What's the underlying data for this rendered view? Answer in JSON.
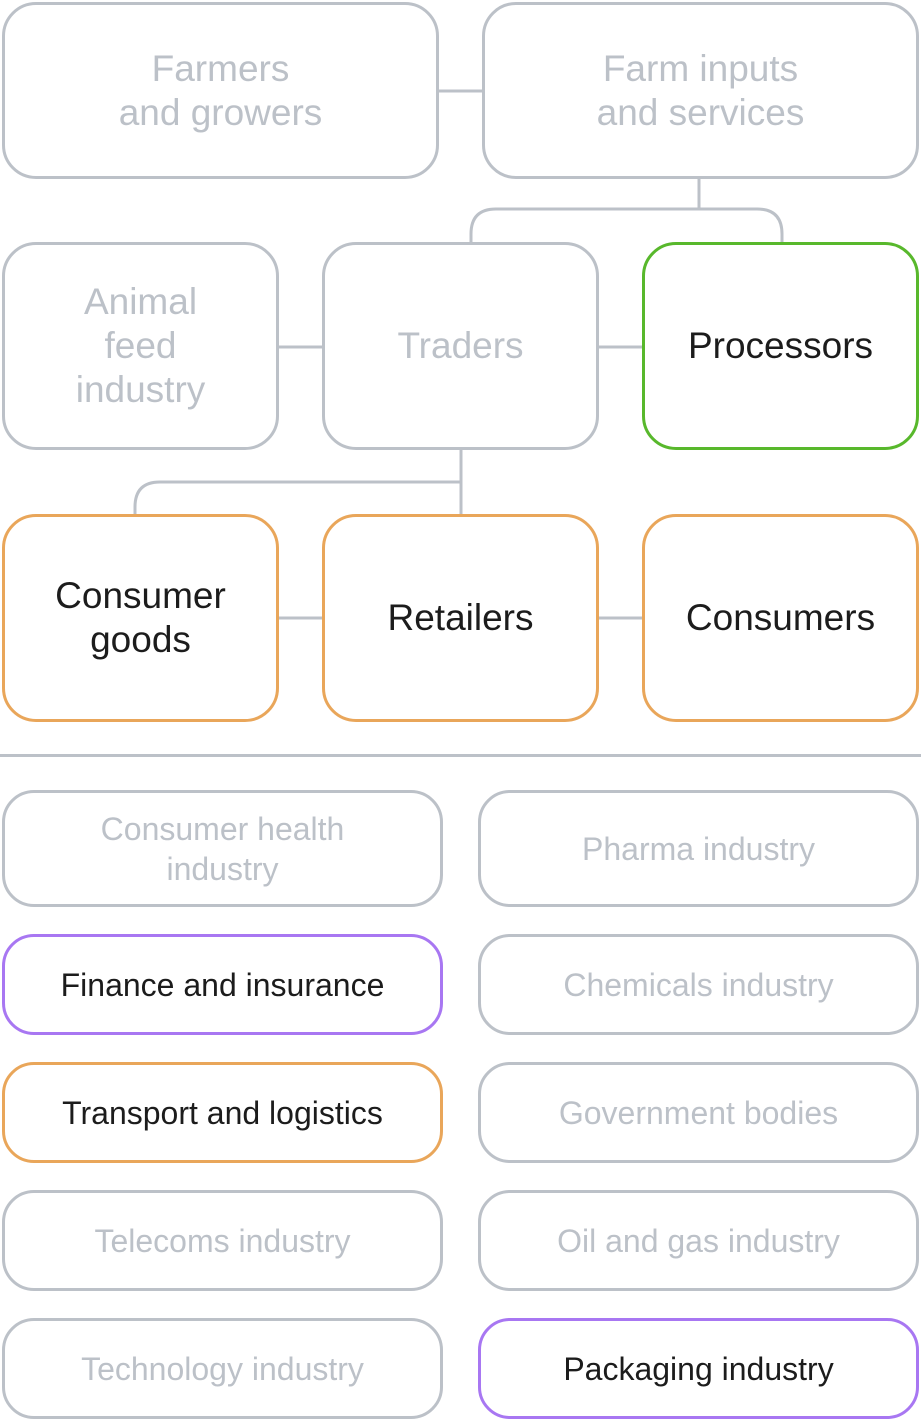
{
  "colors": {
    "inactive_border": "#bcc1c8",
    "inactive_text": "#bcc1c8",
    "active_text": "#1c1c1c",
    "green": "#58b82c",
    "orange": "#e9a65a",
    "purple": "#a877f2"
  },
  "flow": {
    "farmers": {
      "label": "Farmers\nand growers",
      "highlight": "none"
    },
    "farm_inputs": {
      "label": "Farm inputs\nand services",
      "highlight": "none"
    },
    "animal_feed": {
      "label": "Animal\nfeed\nindustry",
      "highlight": "none"
    },
    "traders": {
      "label": "Traders",
      "highlight": "none"
    },
    "processors": {
      "label": "Processors",
      "highlight": "green"
    },
    "consumer_goods": {
      "label": "Consumer\ngoods",
      "highlight": "orange"
    },
    "retailers": {
      "label": "Retailers",
      "highlight": "orange"
    },
    "consumers": {
      "label": "Consumers",
      "highlight": "orange"
    }
  },
  "industries": [
    {
      "label": "Consumer health\nindustry",
      "highlight": "none"
    },
    {
      "label": "Pharma industry",
      "highlight": "none"
    },
    {
      "label": "Finance and insurance",
      "highlight": "purple"
    },
    {
      "label": "Chemicals industry",
      "highlight": "none"
    },
    {
      "label": "Transport and logistics",
      "highlight": "orange"
    },
    {
      "label": "Government bodies",
      "highlight": "none"
    },
    {
      "label": "Telecoms industry",
      "highlight": "none"
    },
    {
      "label": "Oil and gas industry",
      "highlight": "none"
    },
    {
      "label": "Technology industry",
      "highlight": "none"
    },
    {
      "label": "Packaging industry",
      "highlight": "purple"
    }
  ]
}
